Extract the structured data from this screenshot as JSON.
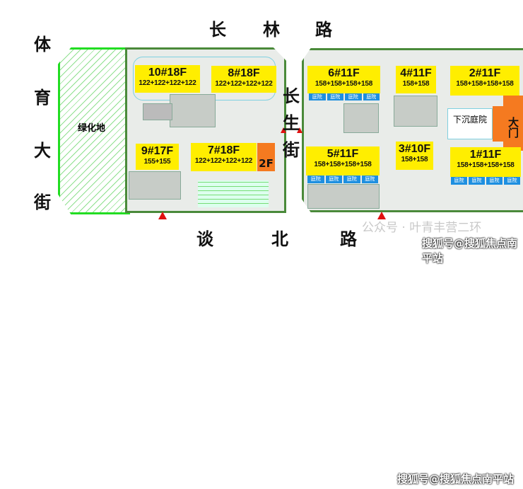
{
  "roads": {
    "north": [
      "长",
      "林",
      "路"
    ],
    "west": [
      "体",
      "育",
      "大",
      "街"
    ],
    "middle": [
      "长",
      "生",
      "街"
    ],
    "south": [
      "谈",
      "北",
      "路"
    ]
  },
  "green_label": "绿化地",
  "buildings": [
    {
      "name": "10#18F",
      "units": "122+122+122+122"
    },
    {
      "name": "8#18F",
      "units": "122+122+122+122"
    },
    {
      "name": "9#17F",
      "units": "155+155"
    },
    {
      "name": "7#18F",
      "units": "122+122+122+122"
    },
    {
      "name": "6#11F",
      "units": "158+158+158+158"
    },
    {
      "name": "4#11F",
      "units": "158+158"
    },
    {
      "name": "2#11F",
      "units": "158+158+158+158"
    },
    {
      "name": "5#11F",
      "units": "158+158+158+158"
    },
    {
      "name": "3#10F",
      "units": "158+158"
    },
    {
      "name": "1#11F",
      "units": "158+158+158+158"
    }
  ],
  "podium_label": "2F",
  "courtyard_label": "庭院",
  "sunken_courtyard": "下沉庭院",
  "gate_label": "大门",
  "watermarks": {
    "wechat": "公众号 · 叶青丰营二环",
    "sohu_top": "搜狐号@搜狐焦点南平站",
    "sohu_bottom": "搜狐号@搜狐焦点南平站"
  },
  "colors": {
    "building": "#ffee00",
    "courtyard": "#1e8fe0",
    "orange": "#f57a20",
    "green": "#22dd22",
    "entrance": "#e01010"
  }
}
